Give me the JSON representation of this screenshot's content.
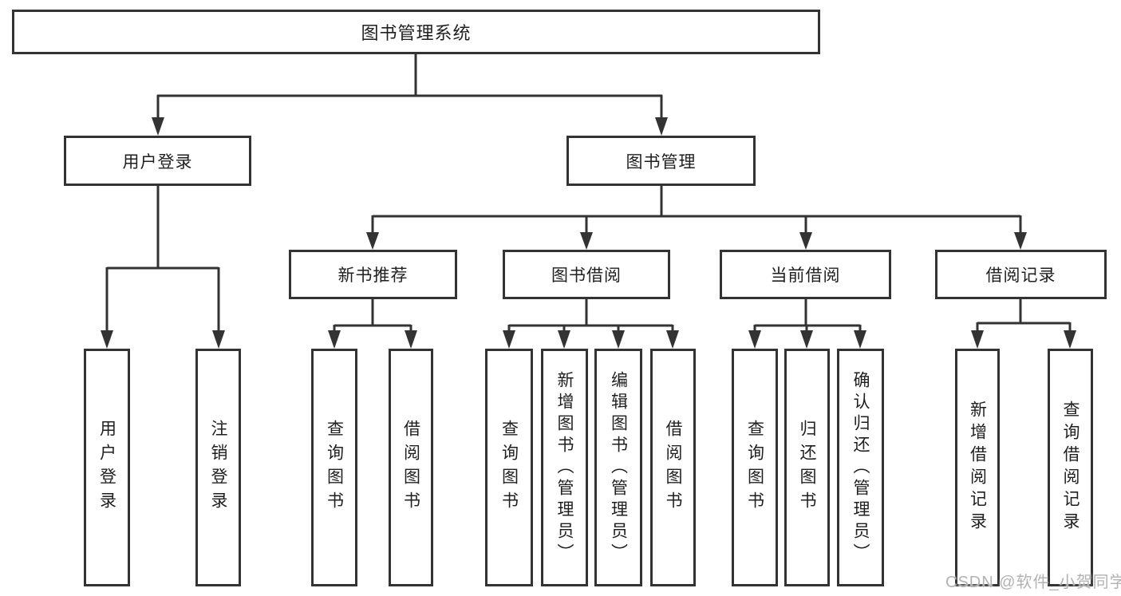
{
  "watermark": "CSDN @软件_小贺同学",
  "colors": {
    "background": "#ffffff",
    "line": "#333333",
    "box_border": "#333333",
    "text": "#1f1f1f",
    "watermark": "#b2b2b2"
  },
  "tree": {
    "root": "图书管理系统",
    "branches": [
      {
        "label": "用户登录",
        "children": [
          "用户登录",
          "注销登录"
        ]
      },
      {
        "label": "图书管理",
        "groups": [
          {
            "label": "新书推荐",
            "children": [
              "查询图书",
              "借阅图书"
            ]
          },
          {
            "label": "图书借阅",
            "children": [
              "查询图书",
              "新增图书（管理员）",
              "编辑图书（管理员）",
              "借阅图书"
            ]
          },
          {
            "label": "当前借阅",
            "children": [
              "查询图书",
              "归还图书",
              "确认归还（管理员）"
            ]
          },
          {
            "label": "借阅记录",
            "children": [
              "新增借阅记录",
              "查询借阅记录"
            ]
          }
        ]
      }
    ]
  }
}
